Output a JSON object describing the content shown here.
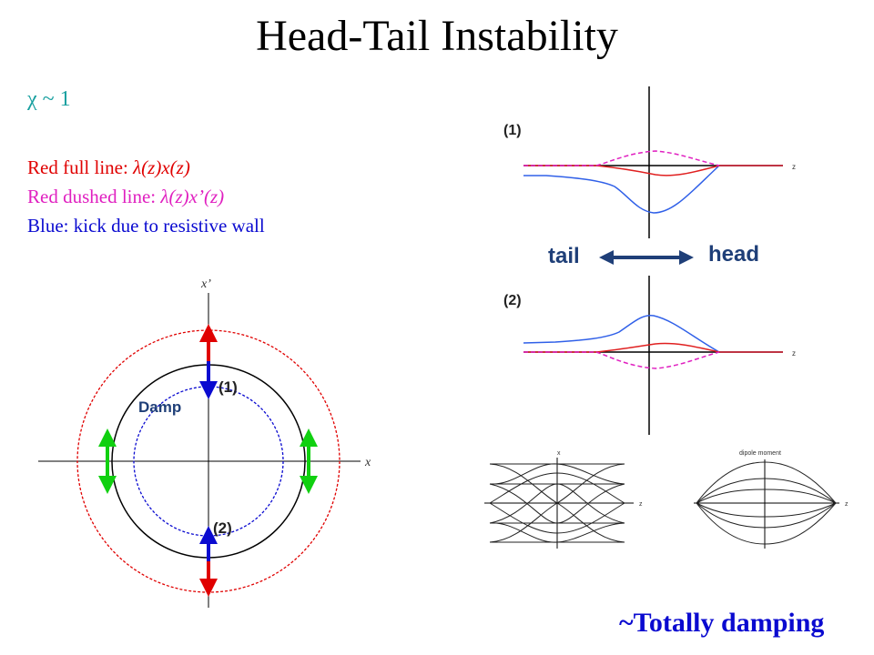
{
  "slide": {
    "title": "Head-Tail Instability",
    "chi_label": "χ ~ 1",
    "legend": {
      "red_full_prefix": "Red full line: ",
      "red_full_formula": "λ(z)x(z)",
      "red_dashed_prefix": "Red dushed line: ",
      "red_dashed_formula": "λ(z)x’(z)",
      "blue": "Blue: kick due to resistive wall"
    },
    "phase_space": {
      "x_axis_label": "x",
      "y_axis_label": "x’",
      "damp_label": "Damp",
      "point1_label": "(1)",
      "point2_label": "(2)"
    },
    "waveforms": {
      "panel1_label": "(1)",
      "panel2_label": "(2)",
      "axis_label": "z",
      "tail_label": "tail",
      "head_label": "head"
    },
    "mini_plots": {
      "left_title": "x",
      "right_title": "dipole moment",
      "axis_label": "z"
    },
    "conclusion": "~Totally damping"
  },
  "colors": {
    "red": "#e00000",
    "magenta": "#e020c0",
    "blue": "#0a0ad0",
    "green": "#10d010",
    "teal": "#18a0a0",
    "navy": "#1f3f78"
  }
}
